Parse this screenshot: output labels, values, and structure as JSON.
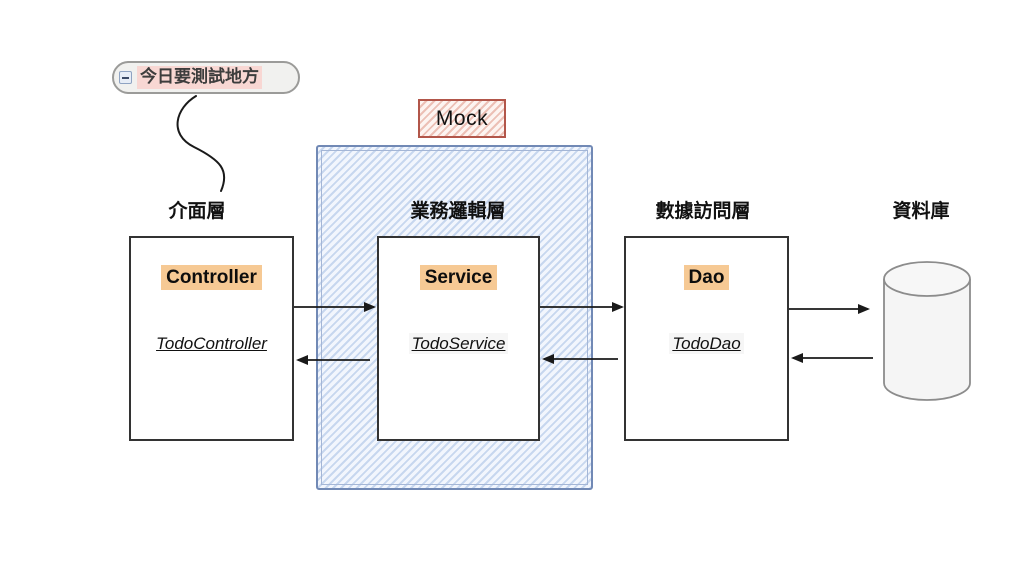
{
  "callout": {
    "text": "今日要測試地方",
    "collapse_icon": "minus-icon"
  },
  "mock": {
    "label": "Mock"
  },
  "layers": [
    {
      "title": "介面層",
      "component": "Controller",
      "class_name": "TodoController",
      "in_test_scope": false
    },
    {
      "title": "業務邏輯層",
      "component": "Service",
      "class_name": "TodoService",
      "in_test_scope": true
    },
    {
      "title": "數據訪問層",
      "component": "Dao",
      "class_name": "TodoDao",
      "in_test_scope": false
    }
  ],
  "database": {
    "title": "資料庫"
  },
  "flows": [
    {
      "from": "Controller",
      "to": "Service",
      "direction": "both"
    },
    {
      "from": "Service",
      "to": "Dao",
      "direction": "both"
    },
    {
      "from": "Dao",
      "to": "資料庫",
      "direction": "both"
    }
  ],
  "colors": {
    "component_highlight": "#f6c994",
    "callout_highlight": "#f8d7d3",
    "callout_border": "#9b9b99",
    "mock_border": "#b2564a",
    "mock_hatch": "#ecc0b6",
    "test_scope_border": "#7189b5",
    "test_scope_hatch": "#c7d7ef",
    "box_border": "#333333",
    "arrow": "#1a1a1a",
    "database_fill": "#f5f5f5",
    "database_stroke": "#8c8c8c"
  }
}
